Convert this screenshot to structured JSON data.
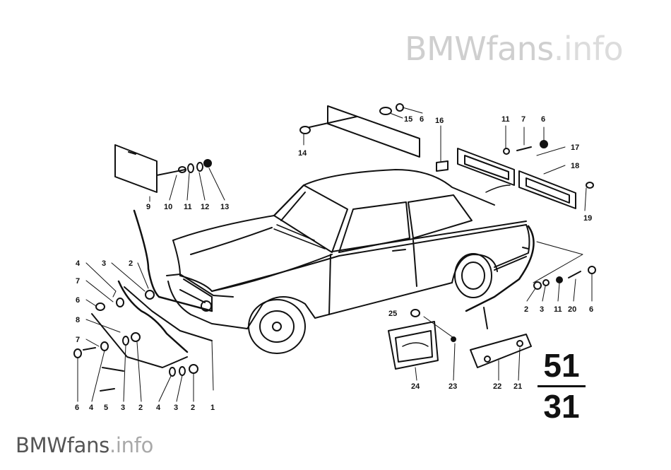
{
  "watermark_top": {
    "brand": "BMWfans",
    "suffix": ".info"
  },
  "watermark_bottom": {
    "brand": "BMWfans",
    "suffix": ".info"
  },
  "group_number": {
    "top": "51",
    "bottom": "31"
  },
  "callouts": [
    "1",
    "2",
    "3",
    "4",
    "5",
    "6",
    "7",
    "8",
    "9",
    "10",
    "11",
    "12",
    "13",
    "14",
    "15",
    "16",
    "17",
    "18",
    "19",
    "20",
    "21",
    "22",
    "23",
    "24",
    "25"
  ]
}
